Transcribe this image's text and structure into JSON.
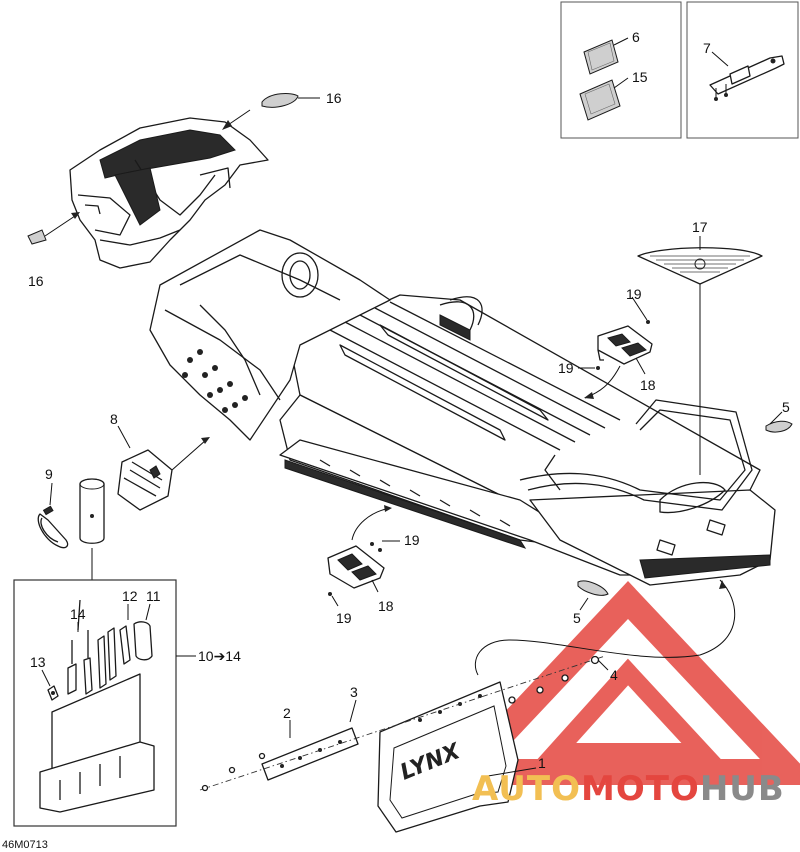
{
  "document_code": "46M0713",
  "watermark": {
    "part1": "AUTO",
    "part2": "MOTO",
    "part3": "HUB",
    "color_part1": "#f2bf53",
    "color_part2": "#e4463f",
    "color_part3": "#8a8a8a"
  },
  "decal_text": "LYNX",
  "callouts": {
    "c1": "1",
    "c2": "2",
    "c3": "3",
    "c4": "4",
    "c5a": "5",
    "c5b": "5",
    "c6": "6",
    "c7": "7",
    "c8": "8",
    "c9": "9",
    "c10_14": "10➔14",
    "c11": "11",
    "c12": "12",
    "c13": "13",
    "c14": "14",
    "c15": "15",
    "c16a": "16",
    "c16b": "16",
    "c17": "17",
    "c18a": "18",
    "c18b": "18",
    "c19a": "19",
    "c19b": "19",
    "c19c": "19",
    "c19d": "19"
  }
}
